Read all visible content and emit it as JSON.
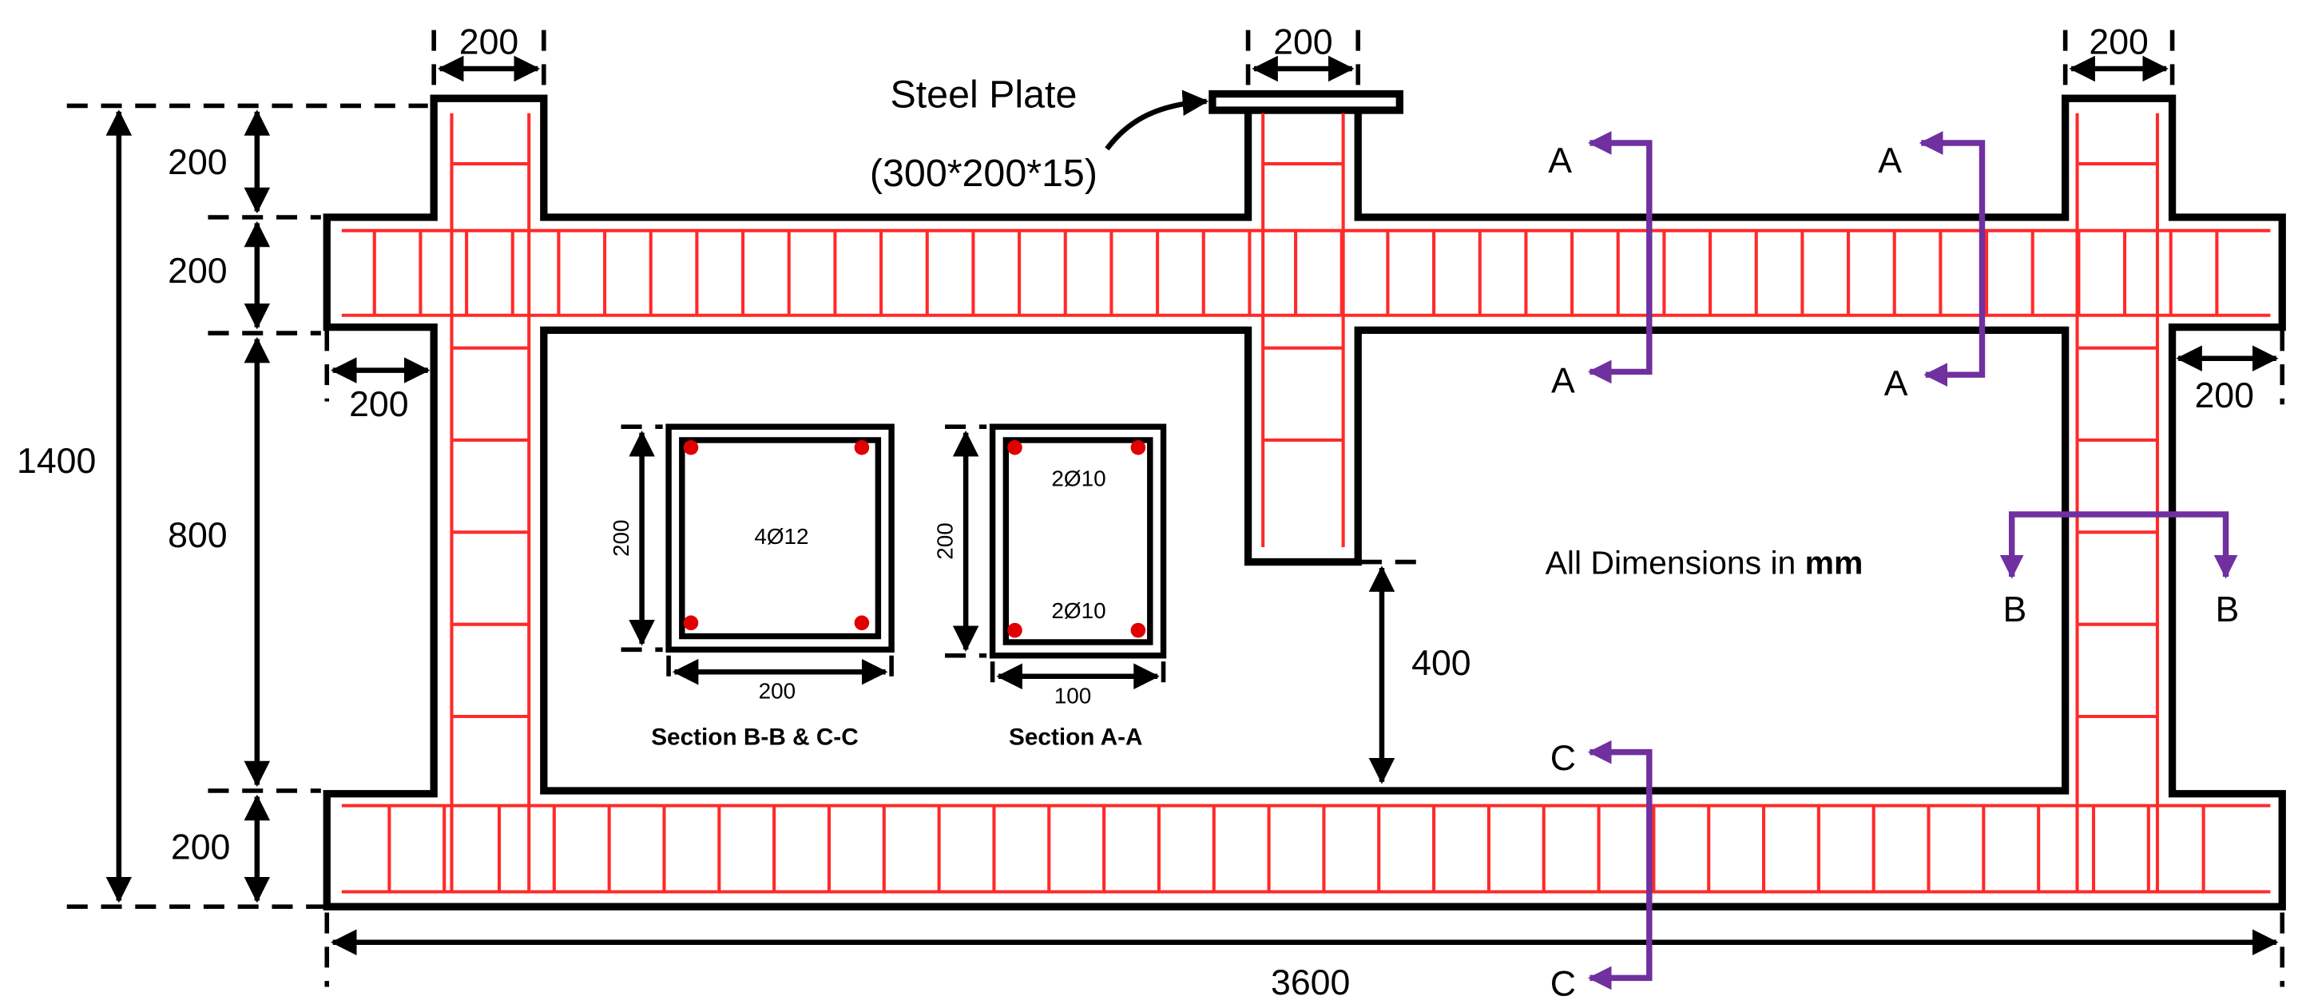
{
  "steel_plate": {
    "title": "Steel Plate",
    "size": "(300*200*15)"
  },
  "top_widths": [
    "200",
    "200",
    "200"
  ],
  "left_dims": {
    "top_column": "200",
    "top_beam": "200",
    "clear_height": "800",
    "bottom_beam": "200",
    "total_height": "1400"
  },
  "overhangs": {
    "left": "200",
    "right": "200"
  },
  "gap": "400",
  "total_length": "3600",
  "note": {
    "prefix": "All Dimensions in ",
    "unit": "mm"
  },
  "cut_labels": {
    "a": "A",
    "b": "B",
    "c": "C"
  },
  "section_bc": {
    "height": "200",
    "width": "200",
    "bars": "4Ø12",
    "caption": "Section B-B & C-C"
  },
  "section_aa": {
    "height": "200",
    "width": "100",
    "top_bars": "2Ø10",
    "bottom_bars": "2Ø10",
    "caption": "Section A-A"
  },
  "colors": {
    "outline": "#000000",
    "rebar": "#ff2a2a",
    "section_cut": "#7030a0",
    "bar_dot": "#e00000"
  }
}
